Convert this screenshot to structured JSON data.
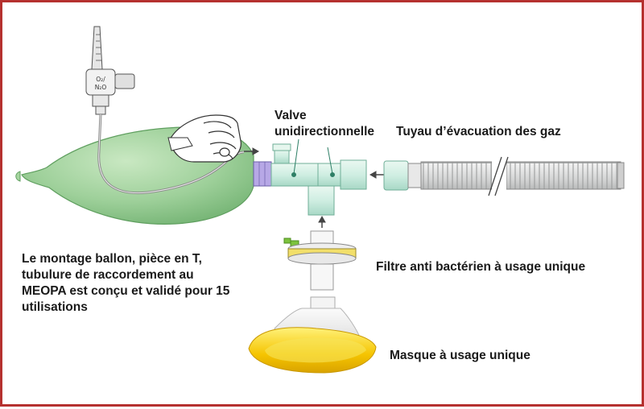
{
  "labels": {
    "valve": [
      "Valve",
      "unidirectionnelle"
    ],
    "tuyau": "Tuyau d’évacuation des gaz",
    "filtre": "Filtre anti bactérien  à usage unique",
    "masque": "Masque  à usage unique",
    "note": [
      "Le montage ballon, pièce en T,",
      "tubulure de raccordement au",
      "MEOPA est conçu et validé pour 15",
      "utilisations"
    ]
  },
  "regulator_text": [
    "O₂/",
    "N₂O"
  ],
  "colors": {
    "frame": "#b5312f",
    "bag": "#9ed09a",
    "bag_edge": "#6aa86a",
    "tpiece": "#cfeee2",
    "tpiece_edge": "#7fbfa8",
    "filter_band": "#f2df6a",
    "filter_cap": "#7cc23d",
    "mask_rim": "#f5c400",
    "tube": "#d9dada",
    "arrow": "#444444",
    "text": "#1a1a1a"
  }
}
